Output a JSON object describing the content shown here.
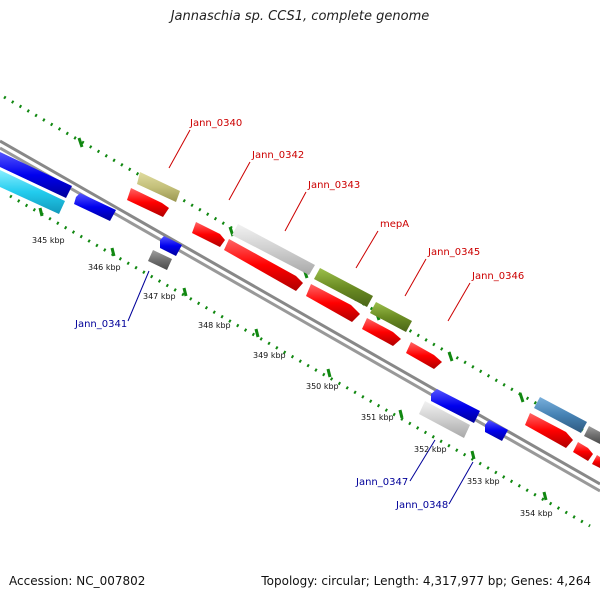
{
  "title": "Jannaschia sp. CCS1, complete genome",
  "footer": {
    "accession": "Accession: NC_007802",
    "summary": "Topology: circular; Length: 4,317,977 bp; Genes: 4,264"
  },
  "colors": {
    "forward_label": "#cc0000",
    "reverse_label": "#000099",
    "red": "#ff0000",
    "blue": "#0000ee",
    "cyan": "#22ccee",
    "khaki": "#c4c07a",
    "lightgray": "#cccccc",
    "olive": "#6b8c23",
    "steelblue": "#4682b4",
    "darkgray": "#707070",
    "tick": "#118811",
    "backbone": "#888888"
  },
  "ticks": [
    {
      "label": "345 kbp"
    },
    {
      "label": "346 kbp"
    },
    {
      "label": "347 kbp"
    },
    {
      "label": "348 kbp"
    },
    {
      "label": "349 kbp"
    },
    {
      "label": "350 kbp"
    },
    {
      "label": "351 kbp"
    },
    {
      "label": "352 kbp"
    },
    {
      "label": "353 kbp"
    },
    {
      "label": "354 kbp"
    }
  ],
  "gene_labels": [
    {
      "name": "Jann_0340",
      "strand": "forward"
    },
    {
      "name": "Jann_0342",
      "strand": "forward"
    },
    {
      "name": "Jann_0343",
      "strand": "forward"
    },
    {
      "name": "mepA",
      "strand": "forward"
    },
    {
      "name": "Jann_0345",
      "strand": "forward"
    },
    {
      "name": "Jann_0346",
      "strand": "forward"
    },
    {
      "name": "Jann_0341",
      "strand": "reverse"
    },
    {
      "name": "Jann_0347",
      "strand": "reverse"
    },
    {
      "name": "Jann_0348",
      "strand": "reverse"
    }
  ]
}
